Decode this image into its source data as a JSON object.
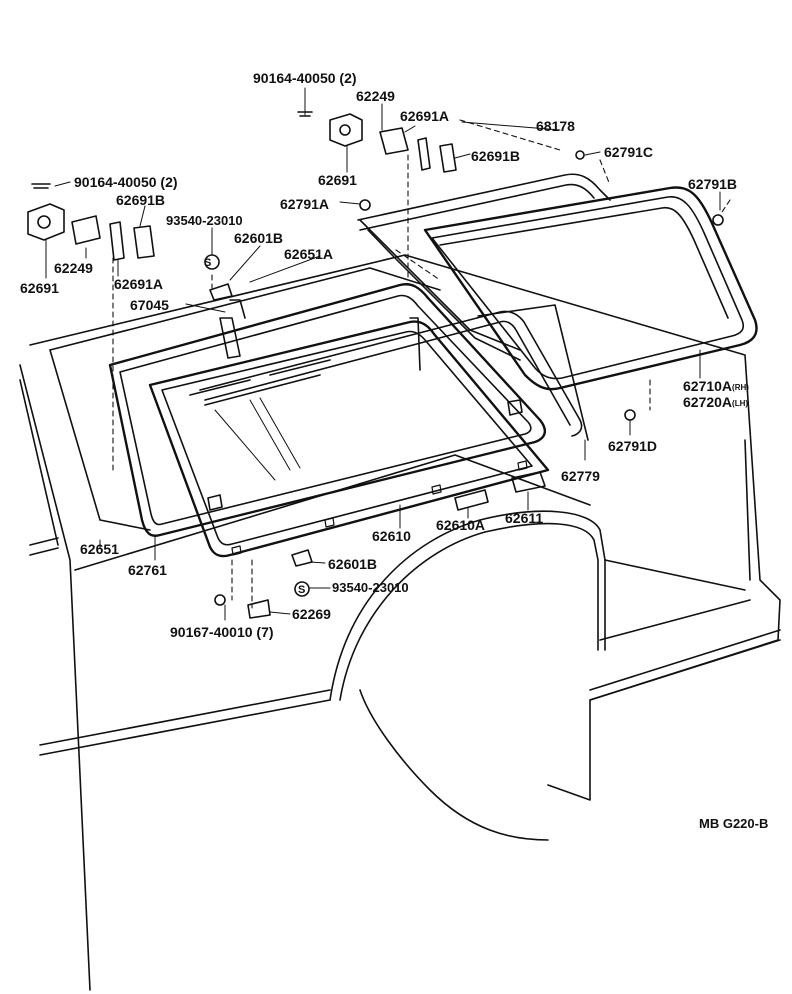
{
  "labels": {
    "p90164_top": "90164-40050 (2)",
    "p62249_top": "62249",
    "p62691A_top": "62691A",
    "p68178": "68178",
    "p62691B_top": "62691B",
    "p62791C": "62791C",
    "p62691_top": "62691",
    "p62791A": "62791A",
    "p62791B": "62791B",
    "p90164_left": "90164-40050 (2)",
    "p62691B_left": "62691B",
    "p93540_top": "93540-23010",
    "p62601B_top": "62601B",
    "p62651A": "62651A",
    "p62249_left": "62249",
    "p62691_left": "62691",
    "p62691A_left": "62691A",
    "p67045": "67045",
    "p62710A": "62710A",
    "p62710A_suffix": "(RH)",
    "p62720A": "62720A",
    "p62720A_suffix": "(LH)",
    "p62791D": "62791D",
    "p62779": "62779",
    "p62610": "62610",
    "p62610A": "62610A",
    "p62611": "62611",
    "p62651": "62651",
    "p62761": "62761",
    "p62601B_bottom": "62601B",
    "p93540_bottom": "93540-23010",
    "p90167": "90167-40010 (7)",
    "p62269": "62269",
    "figure_code": "MB G220-B"
  },
  "symbols": {
    "s_mark": "S"
  }
}
